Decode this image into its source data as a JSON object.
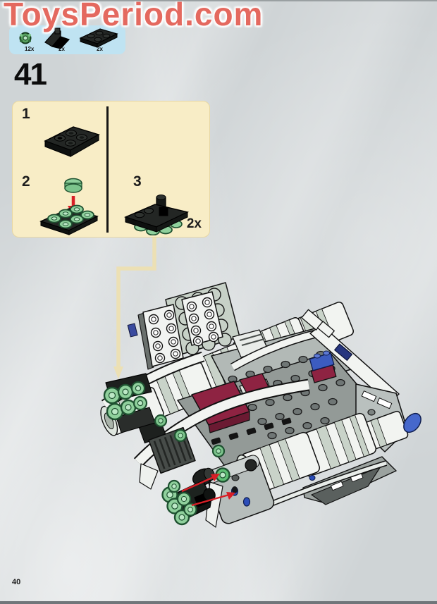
{
  "watermark": {
    "text": "ToysPeriod.com"
  },
  "parts_callout": {
    "items": [
      {
        "icon": "green-round-plate-icon",
        "qty": "12x"
      },
      {
        "icon": "black-slope-brick-icon",
        "qty": "2x"
      },
      {
        "icon": "black-plate-2x3-icon",
        "qty": "2x"
      }
    ]
  },
  "step": {
    "number": "41"
  },
  "subassembly_panel": {
    "steps": [
      {
        "number": "1"
      },
      {
        "number": "2"
      },
      {
        "number": "3"
      }
    ],
    "quantity": "2x"
  },
  "page": {
    "number": "40"
  },
  "colors": {
    "watermark_red": "#e4695f",
    "callout_blue": "#bfe3f2",
    "panel_cream": "#f8edc6",
    "leader_tan": "#ece0b4",
    "arrow_red": "#d71f26",
    "brick_black": "#1d201e",
    "brick_white": "#f2f4f1",
    "brick_sage": "#c7d1c7",
    "brick_maroon": "#8e2342",
    "brick_blue": "#3c5cc0",
    "round_plate_green": "#8fd09c"
  }
}
